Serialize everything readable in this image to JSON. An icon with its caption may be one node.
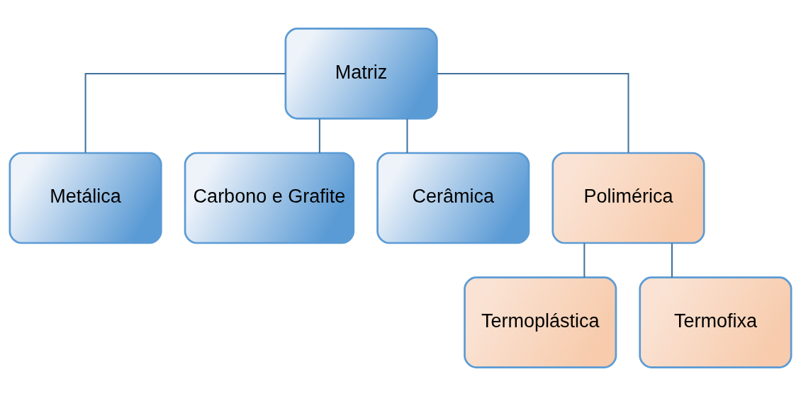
{
  "diagram": {
    "nodes": [
      {
        "text": [
          "Matriz"
        ]
      },
      {
        "text": [
          "Metálica"
        ]
      },
      {
        "text": [
          "Carbono e Grafite"
        ]
      },
      {
        "text": [
          "Cerâmica"
        ]
      },
      {
        "text": [
          "Polimérica"
        ]
      },
      {
        "text": [
          "Termoplástica"
        ]
      },
      {
        "text": [
          "Termofixa"
        ]
      }
    ],
    "edges": [
      {
        "from": 0,
        "to": 1,
        "arrow": "none"
      },
      {
        "from": 0,
        "to": 2,
        "arrow": "none"
      },
      {
        "from": 0,
        "to": 3,
        "arrow": "none"
      },
      {
        "from": 0,
        "to": 4,
        "arrow": "none"
      },
      {
        "from": 4,
        "to": 5,
        "arrow": "none"
      },
      {
        "from": 4,
        "to": 6,
        "arrow": "none"
      }
    ]
  }
}
